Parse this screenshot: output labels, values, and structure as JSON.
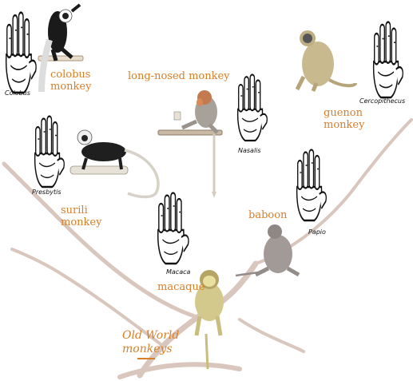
{
  "title": "Old World monkeys",
  "colors": {
    "label": "#d77f27",
    "branch": "#d9c6bd",
    "branch_edge": "#b8a297",
    "hand_outline": "#111111"
  },
  "groups": [
    {
      "id": "colobus",
      "common_lines": [
        "colobus",
        "monkey"
      ],
      "scientific": "Colobus",
      "animal_icon": "colobus-monkey-illustration",
      "hand_icon": "hand-print-icon"
    },
    {
      "id": "long-nosed",
      "common_lines": [
        "long-nosed monkey"
      ],
      "scientific": "Nasalis",
      "animal_icon": "proboscis-monkey-illustration",
      "hand_icon": "hand-print-icon"
    },
    {
      "id": "guenon",
      "common_lines": [
        "guenon",
        "monkey"
      ],
      "scientific": "Cercopithecus",
      "animal_icon": "guenon-monkey-illustration",
      "hand_icon": "hand-print-icon"
    },
    {
      "id": "surili",
      "common_lines": [
        "surili",
        "monkey"
      ],
      "scientific": "Presbytis",
      "animal_icon": "surili-monkey-illustration",
      "hand_icon": "hand-print-icon"
    },
    {
      "id": "baboon",
      "common_lines": [
        "baboon"
      ],
      "scientific": "Papio",
      "animal_icon": "baboon-illustration",
      "hand_icon": "hand-print-icon"
    },
    {
      "id": "macaque",
      "common_lines": [
        "macaque"
      ],
      "scientific": "Macaca",
      "animal_icon": "macaque-illustration",
      "hand_icon": "hand-print-icon"
    }
  ]
}
